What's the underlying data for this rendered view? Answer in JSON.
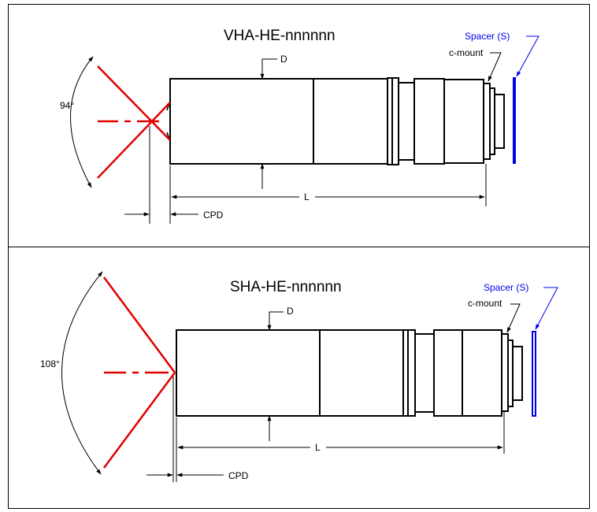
{
  "panels": [
    {
      "title": "VHA-HE-nnnnnn",
      "angle": "94°",
      "dim_d": "D",
      "dim_l": "L",
      "dim_cpd": "CPD",
      "mount": "c-mount",
      "spacer": "Spacer (S)"
    },
    {
      "title": "SHA-HE-nnnnnn",
      "angle": "108°",
      "dim_d": "D",
      "dim_l": "L",
      "dim_cpd": "CPD",
      "mount": "c-mount",
      "spacer": "Spacer (S)"
    }
  ],
  "colors": {
    "line": "#000000",
    "ray": "#e00000",
    "spacer": "#0000ee"
  }
}
